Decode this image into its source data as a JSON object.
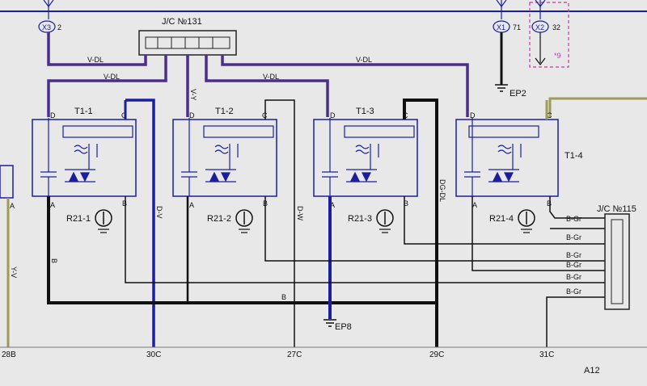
{
  "connectors": {
    "x3": {
      "id": "X3",
      "pin": "2"
    },
    "x1": {
      "id": "X1",
      "pin": "71"
    },
    "x2": {
      "id": "X2",
      "pin": "32",
      "note": "*9"
    }
  },
  "junctions": {
    "jc131": "J/C №131",
    "jc115": "J/C №115"
  },
  "relays": [
    {
      "name": "T1-1",
      "d": "D",
      "c": "C",
      "a": "A",
      "b": "B"
    },
    {
      "name": "T1-2",
      "d": "D",
      "c": "C",
      "a": "A",
      "b": "B"
    },
    {
      "name": "T1-3",
      "d": "D",
      "c": "C",
      "a": "A",
      "b": "B"
    },
    {
      "name": "T1-4",
      "d": "D",
      "c": "C",
      "a": "A",
      "b": "B"
    }
  ],
  "resistors": [
    "R21-1",
    "R21-2",
    "R21-3",
    "R21-4"
  ],
  "grounds": {
    "ep2": "EP2",
    "ep8": "EP8"
  },
  "wire_labels": {
    "v_dl": "V-DL",
    "v_dl_left": "V-DL",
    "v_dl_mid": "V-DL",
    "v_dl_right": "V-DL",
    "y_v": "Y-V",
    "v_y": "V-Y",
    "d_v": "D-V",
    "d_w": "D-W",
    "dg_dl": "DG-DL",
    "b_mid": "B",
    "b_left": "B",
    "b_gr": [
      "B-Gr",
      "B-Gr",
      "B-Gr",
      "B-Gr",
      "B-Gr",
      "B-Gr"
    ]
  },
  "pin_labels": {
    "a_left": "A"
  },
  "bottom_pins": [
    "28B",
    "30C",
    "27C",
    "29C",
    "31C"
  ],
  "page_ref": "A12"
}
